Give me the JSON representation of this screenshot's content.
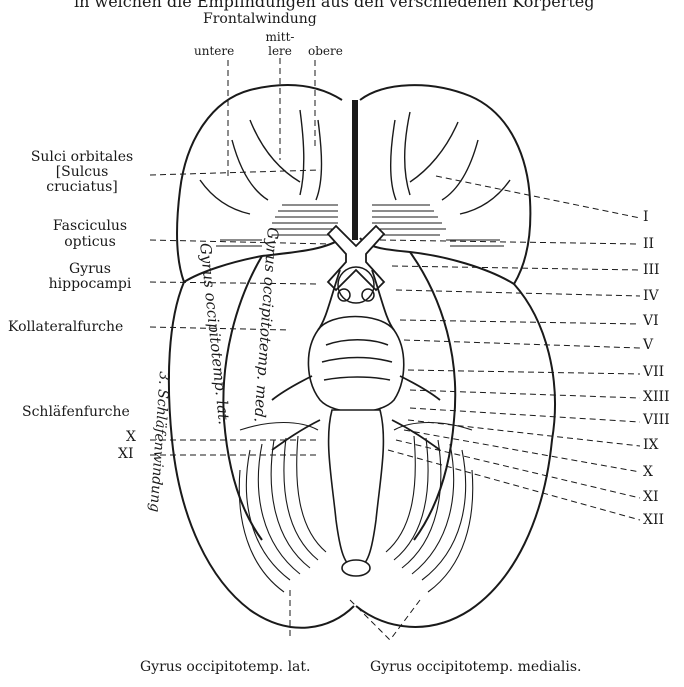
{
  "header": {
    "cut_text": "in welchen die Empfindungen aus den verschiedenen Körperteg"
  },
  "top_labels": {
    "frontal": "Frontalwindung",
    "mittlere_a": "mitt-",
    "mittlere_b": "lere",
    "untere": "untere",
    "obere": "obere"
  },
  "left_labels": {
    "sulci_1": "Sulci orbitales",
    "sulci_2": "[Sulcus",
    "sulci_3": "cruciatus]",
    "fasc_1": "Fasciculus",
    "fasc_2": "opticus",
    "gyrus_h_1": "Gyrus",
    "gyrus_h_2": "hippocampi",
    "kollateral": "Kollateralfurche",
    "schlaefen": "Schläfenfurche",
    "x": "X",
    "xi": "XI"
  },
  "right_labels": [
    "I",
    "II",
    "III",
    "IV",
    "VI",
    "V",
    "VII",
    "XIII",
    "VIII",
    "IX",
    "X",
    "XI",
    "XII"
  ],
  "bottom_labels": {
    "lat": "Gyrus occipitotemp. lat.",
    "med": "Gyrus occipitotemp. medialis."
  },
  "rotated_labels": {
    "lat_inside": "Gyrus occipitotemp. lat.",
    "med_inside": "Gyrus occipitotemp. med.",
    "third": "3. Schläfenwindung"
  }
}
